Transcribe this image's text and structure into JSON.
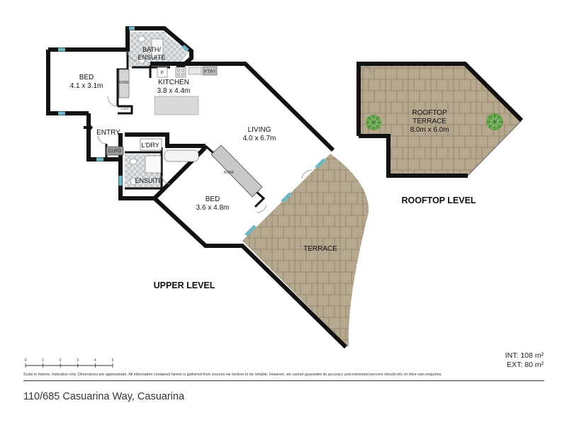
{
  "levels": {
    "upper": "UPPER LEVEL",
    "rooftop": "ROOFTOP LEVEL"
  },
  "rooms": {
    "bed1": {
      "name": "BED",
      "dims": "4.1 x 3.1m"
    },
    "bath": {
      "name": "BATH/",
      "name2": "ENSUITE"
    },
    "kitchen": {
      "name": "KITCHEN",
      "dims": "3.8 x 4.4m"
    },
    "entry": {
      "name": "ENTRY"
    },
    "laundry": {
      "name": "L'DRY"
    },
    "cupd": {
      "name": "CUPD"
    },
    "ensuite2": {
      "name": "ENSUITE"
    },
    "living": {
      "name": "LIVING",
      "dims": "4.0 x 6.7m"
    },
    "bed2": {
      "name": "BED",
      "dims": "3.6 x 4.8m"
    },
    "terrace": {
      "name": "TERRACE"
    },
    "rooftop": {
      "name": "ROOFTOP",
      "name2": "TERRACE",
      "dims": "8.0m x 6.0m"
    }
  },
  "fixtures": {
    "robe1": "ROBE",
    "robe2": "ROBE",
    "cupd_small": "CUPD",
    "fridge": "F",
    "pantry": "P'TRY"
  },
  "scale": {
    "ticks": [
      "0",
      "1",
      "2",
      "3",
      "4",
      "5"
    ]
  },
  "areas": {
    "internal": "INT: 108 m²",
    "external": "EXT: 80 m²"
  },
  "disclaimer": "Scale in metres. Indicative only. Dimensions are approximate. All information contained herein is gathered from sources we believe to be reliable. However, we cannot guarantee its accuracy and interested persons should rely on their own enquiries.",
  "address": "110/685 Casuarina Way, Casuarina",
  "colors": {
    "wall": "#111111",
    "paving": "#b5a68e",
    "paving_line": "#9a8a70",
    "tile": "#d4d7da",
    "window": "#6fb6c4"
  }
}
